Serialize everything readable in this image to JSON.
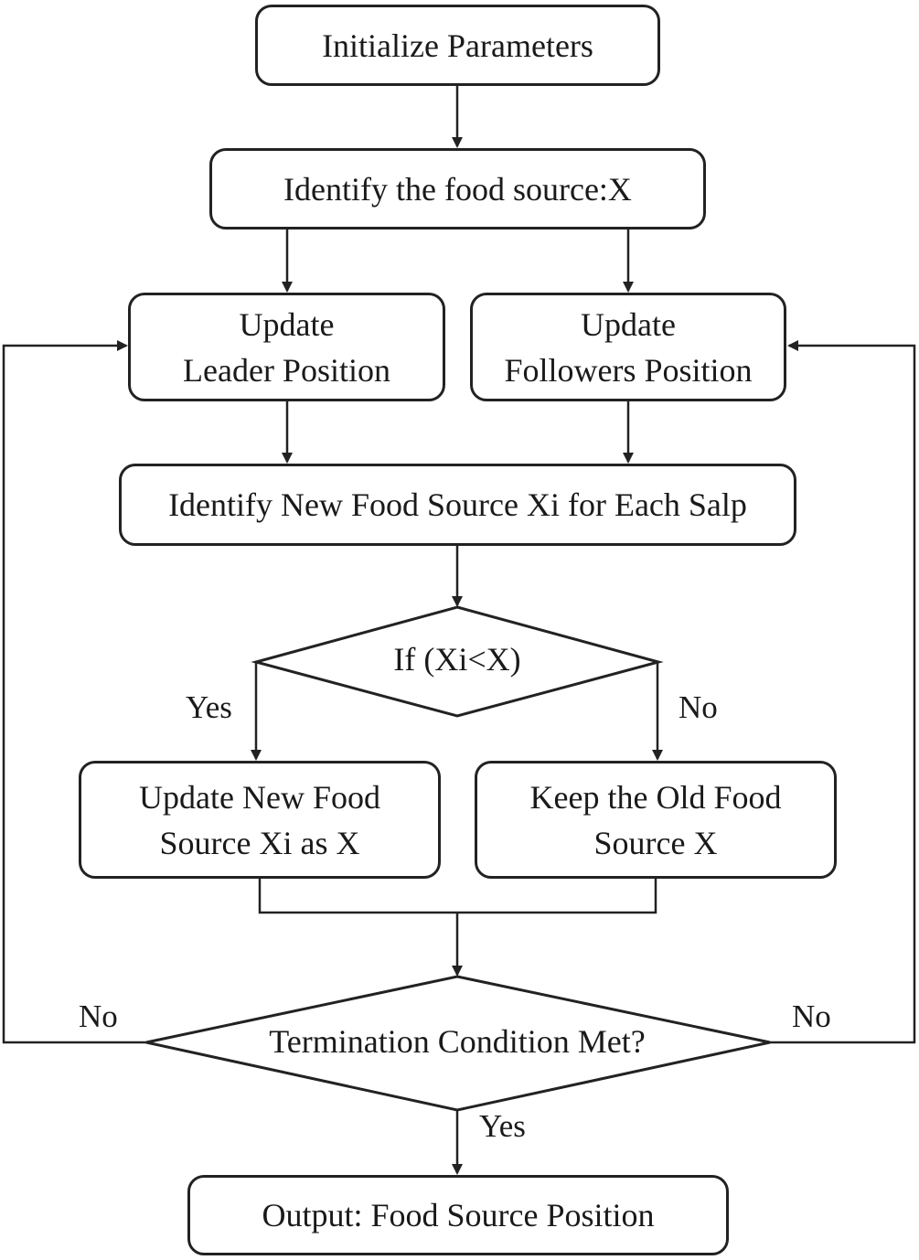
{
  "nodes": {
    "init": "Initialize Parameters",
    "identify": "Identify the food source:X",
    "leader": [
      "Update",
      "Leader Position"
    ],
    "followers": [
      "Update",
      "Followers Position"
    ],
    "identify_new": "Identify New Food Source Xi for Each Salp",
    "condition": "If (Xi<X)",
    "update_new": [
      "Update New Food",
      "Source Xi as X"
    ],
    "keep_old": [
      "Keep the Old Food",
      "Source X"
    ],
    "termination": "Termination Condition Met?",
    "output": "Output: Food Source Position"
  },
  "edges": {
    "condition_yes": "Yes",
    "condition_no": "No",
    "termination_no_left": "No",
    "termination_no_right": "No",
    "termination_yes": "Yes"
  }
}
